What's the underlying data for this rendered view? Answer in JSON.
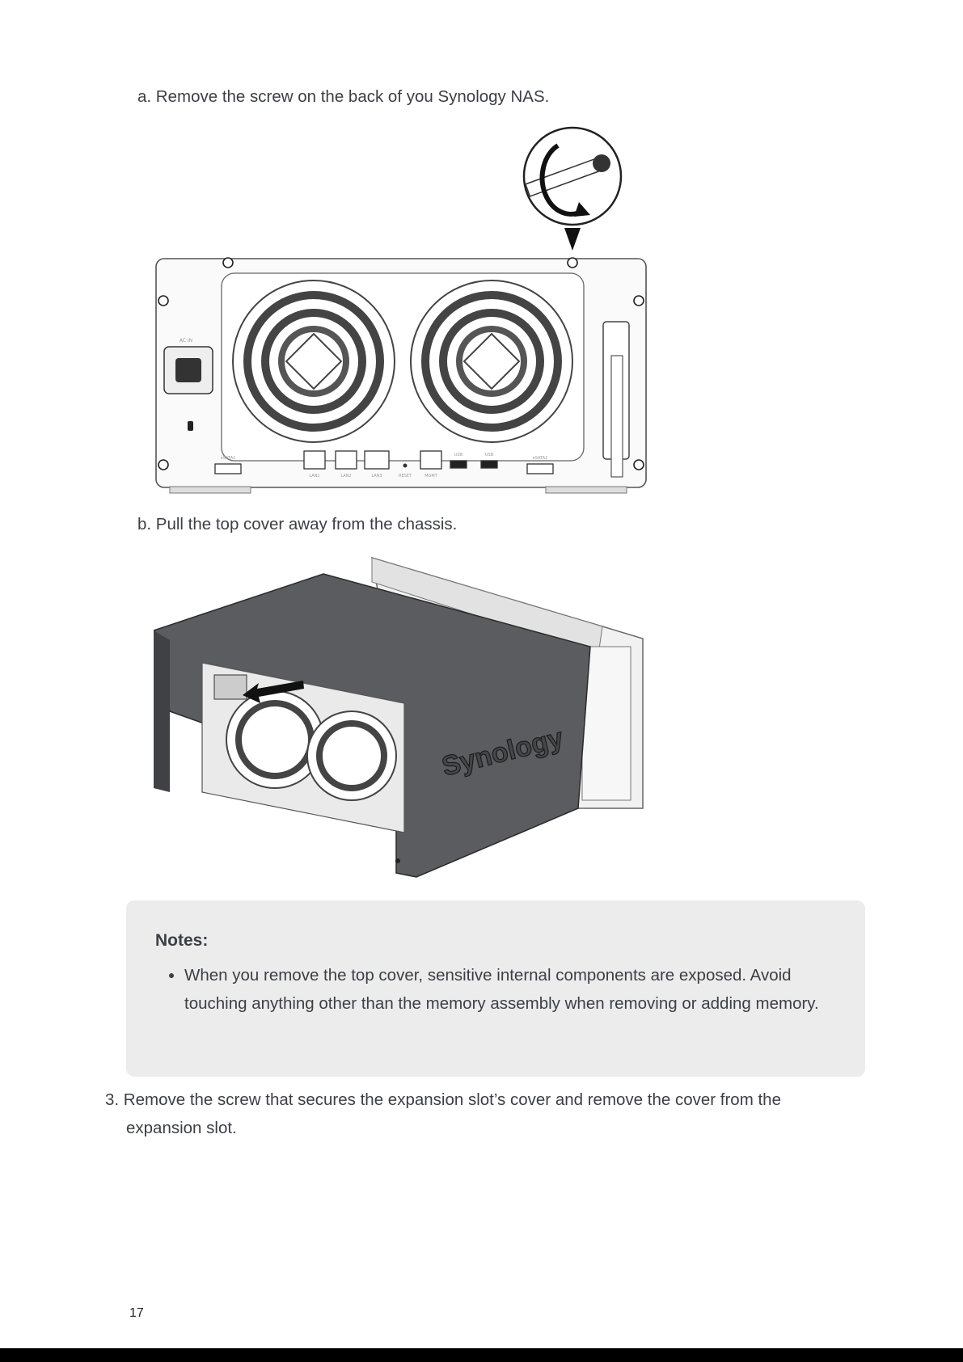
{
  "steps": {
    "a": "a. Remove the screw on the back of you Synology NAS.",
    "b": "b. Pull the top cover away from the chassis."
  },
  "figure_rear": {
    "port_labels": [
      "AC IN",
      "eSATA1",
      "LAN1",
      "LAN2",
      "LAN3",
      "RESET",
      "MGMT",
      "USB",
      "USB",
      "eSATA2"
    ]
  },
  "figure_cover": {
    "logo_text": "Synology"
  },
  "notes": {
    "title": "Notes:",
    "items": [
      "When you remove the top cover, sensitive internal components are exposed. Avoid touching anything other than the memory assembly when removing or adding memory."
    ]
  },
  "step3": {
    "line1": "3. Remove the screw that secures the expansion slot’s cover and remove the cover from the",
    "line2": "expansion slot."
  },
  "page_number": "17"
}
